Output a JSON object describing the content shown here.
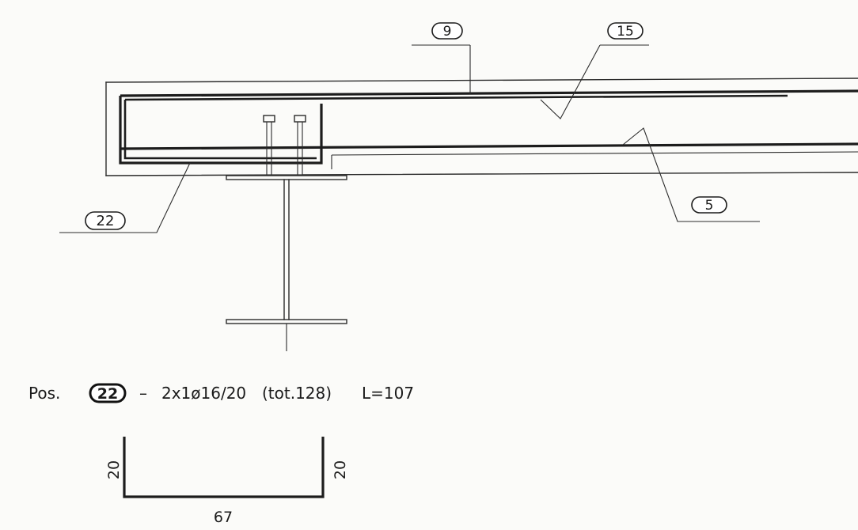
{
  "labels": {
    "pos_9": "9",
    "pos_15": "15",
    "pos_5": "5",
    "pos_22": "22"
  },
  "spec": {
    "prefix": "Pos.",
    "position": "22",
    "dash": "–",
    "bars": "2x1ø16/20",
    "total": "(tot.128)",
    "length": "L=107"
  },
  "bar_shape": {
    "left_leg": "20",
    "right_leg": "20",
    "base": "67"
  }
}
